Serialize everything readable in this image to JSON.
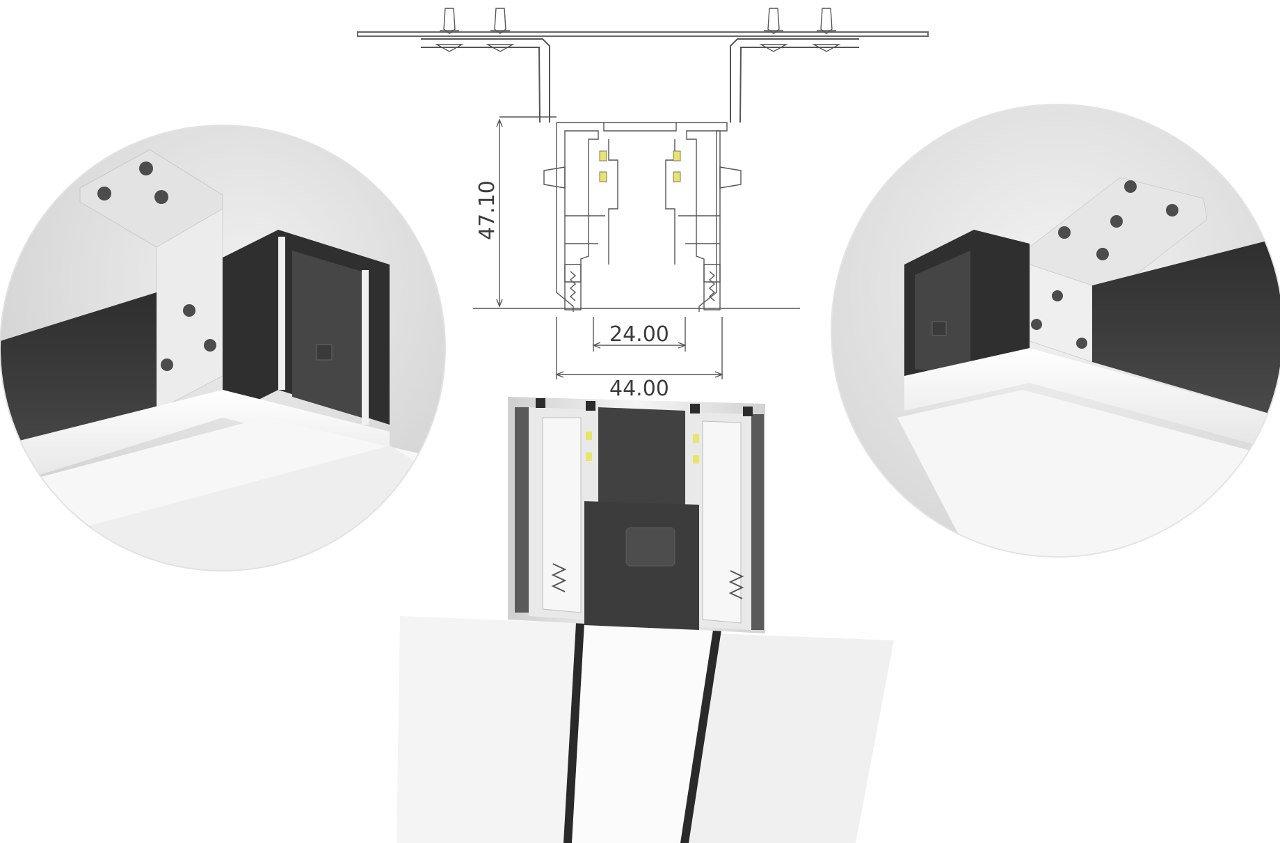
{
  "dimensions": {
    "height": "47.10",
    "inner_width": "24.00",
    "outer_width": "44.00"
  },
  "colors": {
    "profile_dark": "#3b3b3b",
    "profile_light": "#f4f4f4",
    "ceiling_gray": "#d8d8d8",
    "line_gray": "#555555",
    "led_yellow": "#e9e46a"
  },
  "panels": [
    {
      "icon": "corner-left-detail"
    },
    {
      "icon": "corner-right-detail"
    }
  ]
}
